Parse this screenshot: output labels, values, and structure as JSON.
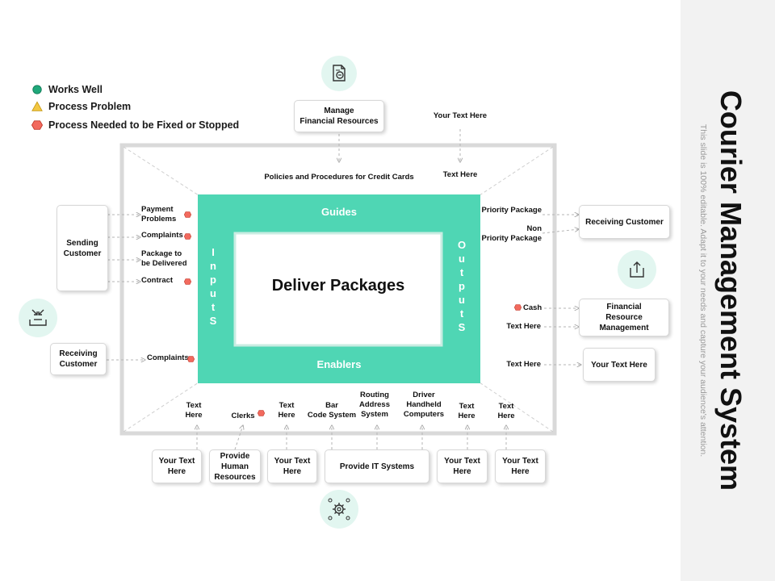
{
  "title": "Courier Management System",
  "subtitle": "This slide is 100% editable. Adapt it to your needs and capture your audience's attention.",
  "colors": {
    "teal": "#4fd6b4",
    "frame": "#d9d9d9",
    "icon_bg": "#e2f6f0",
    "hex_red": "#f26a5e"
  },
  "legend": {
    "works_well": "Works Well",
    "process_problem": "Process Problem",
    "process_fix": "Process Needed to be Fixed or Stopped"
  },
  "center": {
    "main": "Deliver Packages",
    "guides": "Guides",
    "enablers": "Enablers",
    "inputs_letters": [
      "I",
      "n",
      "p",
      "u",
      "t",
      "S"
    ],
    "outputs_letters": [
      "O",
      "u",
      "t",
      "p",
      "u",
      "t",
      "S"
    ]
  },
  "top": {
    "manage_box": [
      "Manage",
      "Financial Resources"
    ],
    "your_text_here": "Your Text Here",
    "policies": "Policies and Procedures for Credit Cards",
    "text_here": "Text Here"
  },
  "left": {
    "sending_customer": [
      "Sending",
      "Customer"
    ],
    "receiving_customer": [
      "Receiving",
      "Customer"
    ],
    "payment_problems": [
      "Payment",
      "Problems"
    ],
    "complaints": "Complaints",
    "package_to_be_delivered": [
      "Package to",
      "be Delivered"
    ],
    "contract": "Contract",
    "complaints2": "Complaints"
  },
  "right": {
    "priority_package": "Priority Package",
    "non_priority": [
      "Non",
      "Priority Package"
    ],
    "receiving_customer": "Receiving Customer",
    "cash": "Cash",
    "text_here_1": "Text Here",
    "text_here_2": "Text Here",
    "financial_box": [
      "Financial",
      "Resource",
      "Management"
    ],
    "your_text_here_box": "Your Text Here"
  },
  "bottom_labels": {
    "text_here_a": [
      "Text",
      "Here"
    ],
    "clerks": "Clerks",
    "text_here_b": [
      "Text",
      "Here"
    ],
    "bar_code": [
      "Bar",
      "Code System"
    ],
    "routing": [
      "Routing",
      "Address",
      "System"
    ],
    "driver": [
      "Driver",
      "Handheld",
      "Computers"
    ],
    "text_here_c": [
      "Text",
      "Here"
    ],
    "text_here_d": [
      "Text",
      "Here"
    ]
  },
  "bottom_boxes": {
    "b1": [
      "Your Text",
      "Here"
    ],
    "b2": [
      "Provide",
      "Human",
      "Resources"
    ],
    "b3": [
      "Your Text",
      "Here"
    ],
    "b4": "Provide IT Systems",
    "b5": [
      "Your Text",
      "Here"
    ],
    "b6": [
      "Your Text",
      "Here"
    ]
  },
  "icons": {
    "top": "document-search-icon",
    "left": "inbox-download-icon",
    "right": "share-upload-icon",
    "bottom": "gear-network-icon"
  }
}
